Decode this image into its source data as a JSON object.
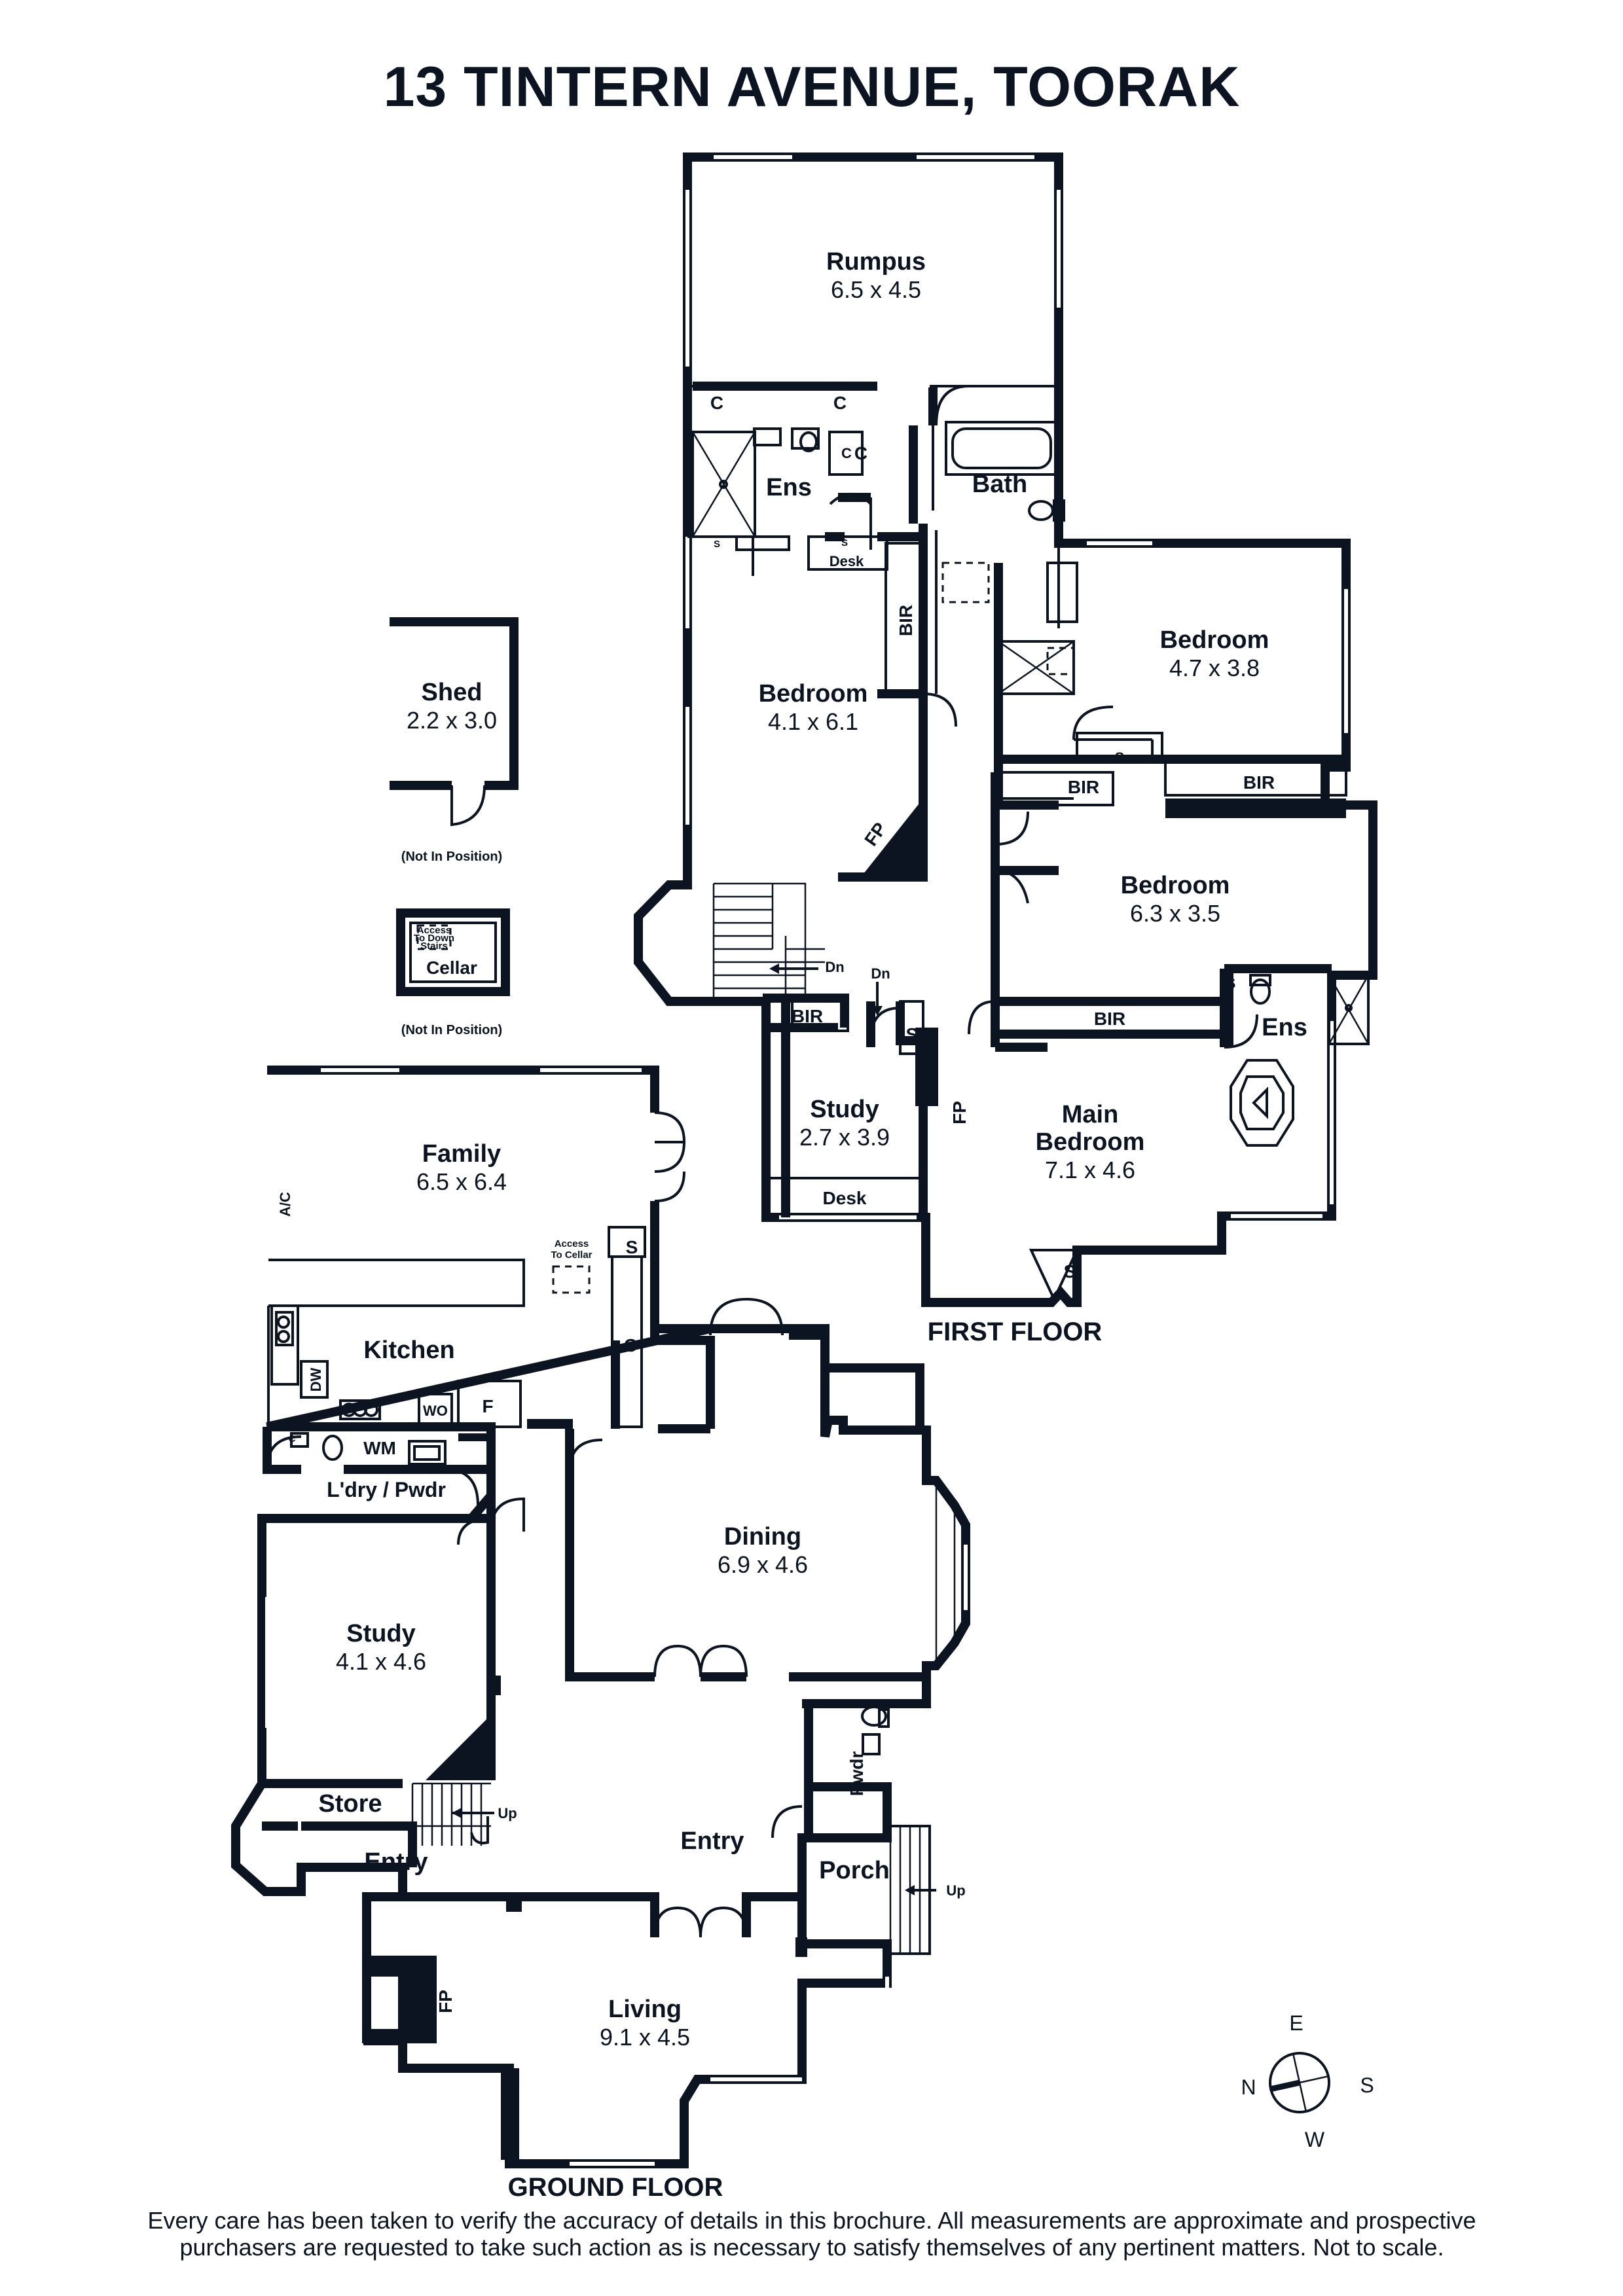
{
  "title": "13 TINTERN AVENUE, TOORAK",
  "rooms": {
    "rumpus": {
      "name": "Rumpus",
      "size": "6.5 x 4.5"
    },
    "ens_upper": {
      "name": "Ens"
    },
    "bath": {
      "name": "Bath"
    },
    "bedroom_a": {
      "name": "Bedroom",
      "size": "4.1 x 6.1"
    },
    "bedroom_b": {
      "name": "Bedroom",
      "size": "4.7 x 3.8"
    },
    "bedroom_c": {
      "name": "Bedroom",
      "size": "6.3 x 3.5"
    },
    "shed": {
      "name": "Shed",
      "size": "2.2 x 3.0"
    },
    "cellar": {
      "name": "Cellar"
    },
    "study_upper": {
      "name": "Study",
      "size": "2.7 x 3.9"
    },
    "main_bedroom": {
      "name_line1": "Main",
      "name_line2": "Bedroom",
      "size": "7.1 x 4.6"
    },
    "ens_main": {
      "name": "Ens"
    },
    "family": {
      "name": "Family",
      "size": "6.5 x 6.4"
    },
    "kitchen": {
      "name": "Kitchen"
    },
    "laundry": {
      "name": "L'dry / Pwdr"
    },
    "dining": {
      "name": "Dining",
      "size": "6.9 x 4.6"
    },
    "study_lower": {
      "name": "Study",
      "size": "4.1 x 4.6"
    },
    "store": {
      "name": "Store"
    },
    "entry_side": {
      "name": "Entry"
    },
    "entry_main": {
      "name": "Entry"
    },
    "porch": {
      "name": "Porch"
    },
    "pwdr": {
      "name": "Pwdr"
    },
    "living": {
      "name": "Living",
      "size": "9.1 x 4.5"
    }
  },
  "fixtures": {
    "c": "C",
    "s": "S",
    "bir": "BIR",
    "desk": "Desk",
    "fp": "FP",
    "dn": "Dn",
    "up": "Up",
    "ac": "A/C",
    "dw": "DW",
    "wo": "WO",
    "f": "F",
    "wm": "WM",
    "access_cellar_1": "Access",
    "access_cellar_2": "To Cellar",
    "access_stairs_1": "Access",
    "access_stairs_2": "To Down",
    "access_stairs_3": "Stairs"
  },
  "notes": {
    "not_in_position": "(Not In Position)"
  },
  "floors": {
    "first": "FIRST FLOOR",
    "ground": "GROUND FLOOR"
  },
  "compass": {
    "e": "E",
    "s": "S",
    "w": "W",
    "n": "N"
  },
  "disclaimer": {
    "line1": "Every care has been taken to verify the accuracy of details in this brochure. All measurements are approximate and prospective",
    "line2": "purchasers are requested to take such action as is necessary to satisfy themselves of any pertinent matters. Not to scale."
  }
}
